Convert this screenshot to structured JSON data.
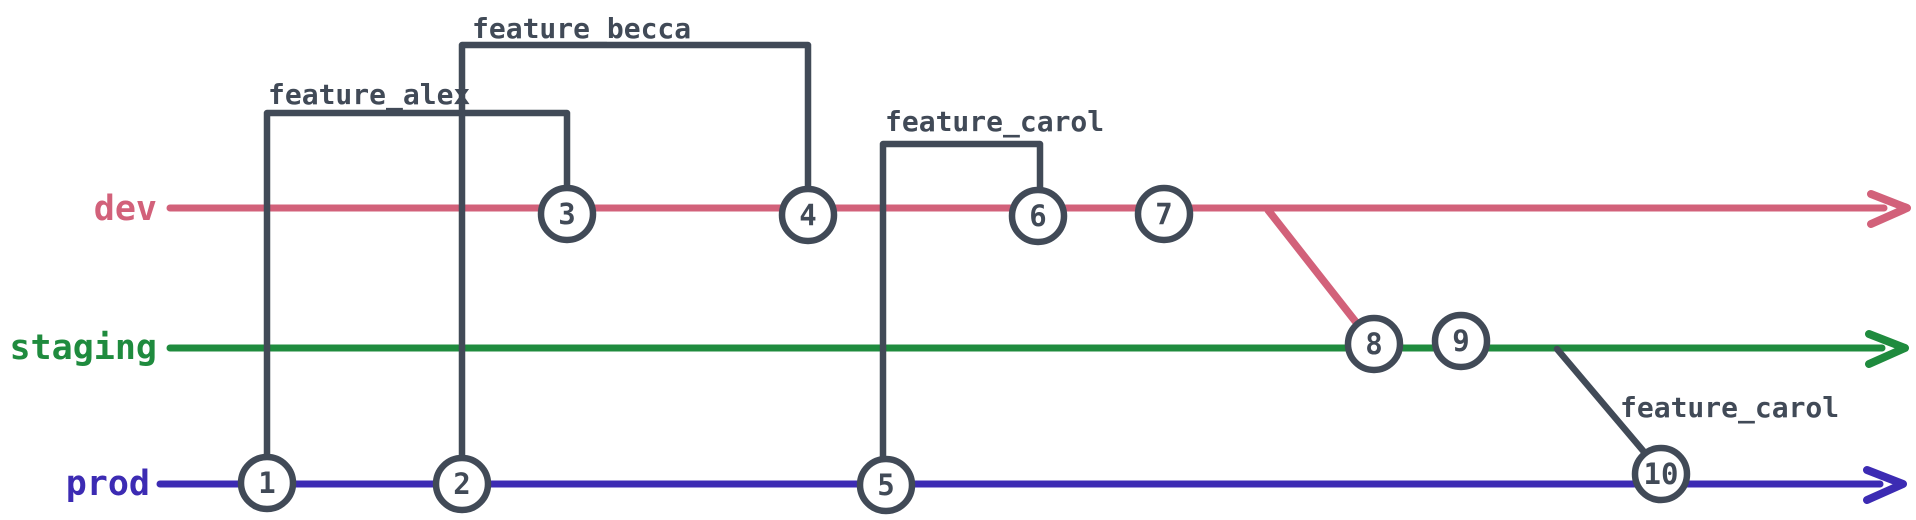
{
  "diagram": {
    "type": "git-branch-graph",
    "branches": [
      {
        "id": "dev",
        "name": "dev"
      },
      {
        "id": "staging",
        "name": "staging"
      },
      {
        "id": "prod",
        "name": "prod"
      }
    ],
    "features": {
      "alex": "feature_alex",
      "becca": "feature_becca",
      "carol_dev": "feature_carol",
      "carol_prod": "feature_carol"
    },
    "commits": [
      "1",
      "2",
      "3",
      "4",
      "5",
      "6",
      "7",
      "8",
      "9",
      "10"
    ],
    "colors": {
      "dev": "#d2617a",
      "staging": "#1f8b3e",
      "prod": "#3c2bb3",
      "slate": "#414a57",
      "background": "#ffffff",
      "node_fill": "#ffffff"
    }
  }
}
